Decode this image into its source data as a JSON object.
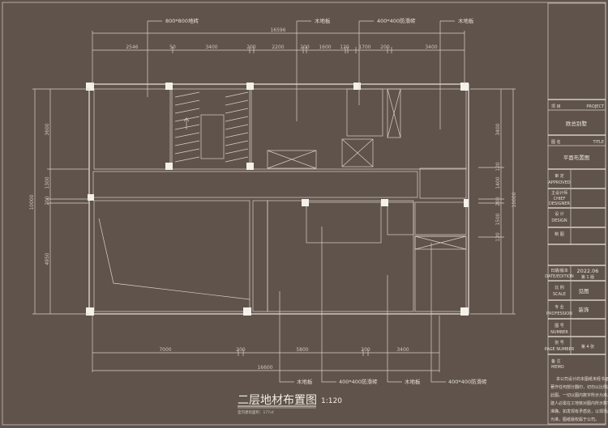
{
  "drawing": {
    "title": "二层地材布置图",
    "scale": "1:120",
    "subtitle": "室内建筑面积：177㎡",
    "colors": {
      "background": "#5f534b",
      "lines": "#d9d1c8"
    }
  },
  "material_labels_top": [
    "800*800地砖",
    "木地板",
    "400*400防滑砖",
    "木地板"
  ],
  "material_labels_bottom": [
    "木地板",
    "400*400防滑砖",
    "木地板",
    "400*400防滑砖"
  ],
  "dimensions": {
    "top_total": "16596",
    "top_segments": [
      "2546",
      "50",
      "3400",
      "200",
      "2200",
      "200",
      "1600",
      "120",
      "1700",
      "200",
      "3400"
    ],
    "bottom_total": "16600",
    "bottom_segments": [
      "7000",
      "200",
      "5800",
      "200",
      "3400"
    ],
    "left_total": "10000",
    "left_segments": [
      "3600",
      "1300",
      "200",
      "4950"
    ],
    "right_total": "10000",
    "right_segments": [
      "3400",
      "120",
      "1400",
      "200",
      "1500",
      "120"
    ]
  },
  "title_block": {
    "project_label_cn": "项 目",
    "project_label_en": "PROJECT",
    "project_value": "欧总别墅",
    "title_label_cn": "图 名",
    "title_label_en": "TITLE",
    "title_value": "平面布置图",
    "approved_cn": "审 定",
    "approved_en": "APPROVED",
    "chief_cn": "主设计师",
    "chief_en1": "CHIEF",
    "chief_en2": "DESIGNER",
    "design_cn": "设 计",
    "design_en": "DESIGN",
    "draw_cn": "制 图",
    "date_cn": "日期/版本",
    "date_en": "DATE/EDITION",
    "date_value": "2022.06",
    "edition_value": "第 1 版",
    "scale_cn": "比 例",
    "scale_en": "SCALE",
    "scale_value": "见图",
    "profession_cn": "专 业",
    "profession_en": "PROFESSION",
    "profession_value": "装饰",
    "number_cn": "图 号",
    "number_en": "NUMBER",
    "page_cn": "张 号",
    "page_en": "PAGE NUMBER",
    "page_value": "第 4 张",
    "memo_cn": "备 注",
    "memo_en": "MEMO",
    "memo_lines": [
      "本公司设计的本图纸未经书面同意不得",
      "著作任何部分翻印，切勿以比例尺量",
      "此图。一切以图内数字所示为准。承",
      "建人必需在工地核对图内所示数字之",
      "准确，如发现有矛盾处，以现场尺寸",
      "为准，图纸版权属于公司。"
    ]
  }
}
